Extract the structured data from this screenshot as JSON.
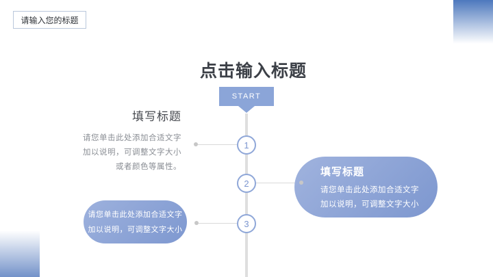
{
  "slide": {
    "header_box": {
      "label": "请输入您的标题"
    },
    "title": "点击输入标题",
    "timeline": {
      "start_label": "START",
      "steps": [
        {
          "number": "1",
          "side": "left"
        },
        {
          "number": "2",
          "side": "right"
        },
        {
          "number": "3",
          "side": "left"
        }
      ]
    },
    "left_block": {
      "heading": "填写标题",
      "lines": [
        "请您单击此处添加合适文字",
        "加以说明，可调整文字大小",
        "或者颜色等属性。"
      ]
    },
    "right_pill": {
      "heading": "填写标题",
      "lines": [
        "请您单击此处添加合适文字",
        "加以说明，可调整文字大小"
      ]
    },
    "bottom_pill": {
      "lines": [
        "请您单击此处添加合适文字",
        "加以说明，可调整文字大小"
      ]
    },
    "colors": {
      "accent_blue": "#8ba5d8",
      "pill_gradient_start": "#9db1dd",
      "pill_gradient_end": "#7e98d0",
      "corner_blue": "#4d78bd",
      "timeline_gray": "#dedede"
    }
  }
}
